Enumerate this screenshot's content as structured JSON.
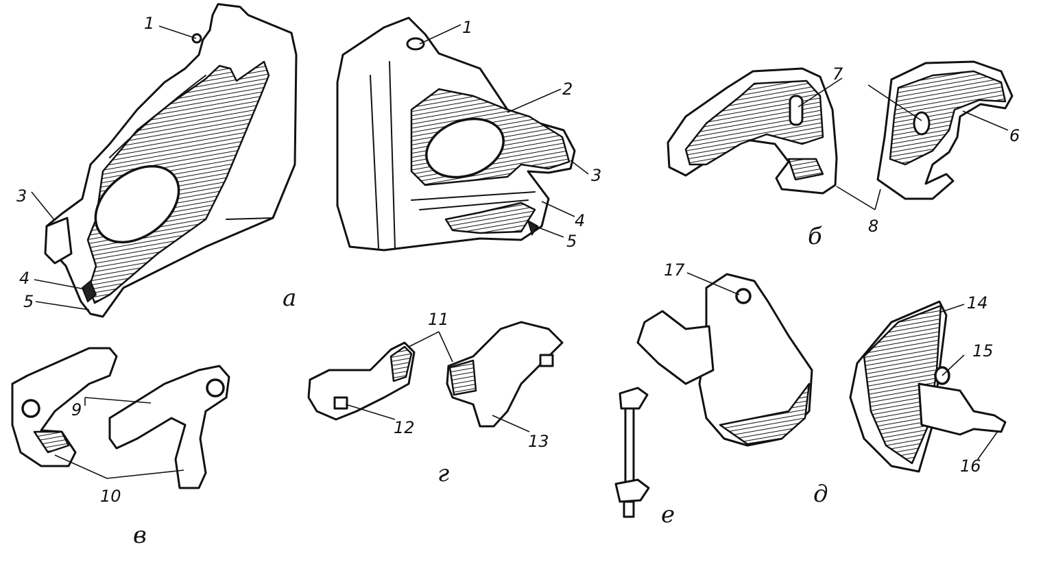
{
  "callouts": {
    "n1a": "1",
    "n3a": "3",
    "n4a": "4",
    "n5a": "5",
    "n1b": "1",
    "n2": "2",
    "n3b": "3",
    "n4b": "4",
    "n5b": "5",
    "n7": "7",
    "n6": "6",
    "n8": "8",
    "n9": "9",
    "n10": "10",
    "n11": "11",
    "n12": "12",
    "n13": "13",
    "n17": "17",
    "n14": "14",
    "n15": "15",
    "n16": "16"
  },
  "subfigures": {
    "a": "а",
    "b": "б",
    "v": "в",
    "g": "г",
    "d": "д",
    "e": "е"
  }
}
